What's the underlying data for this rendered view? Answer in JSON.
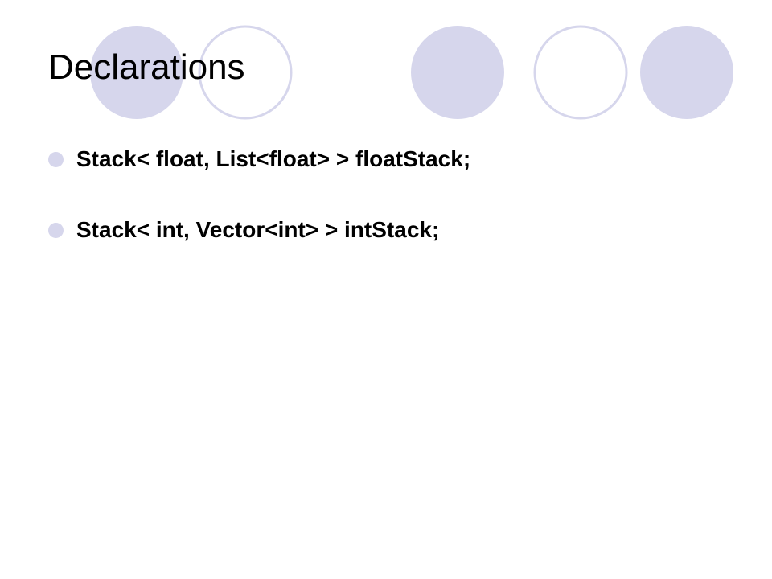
{
  "slide": {
    "title": "Declarations",
    "bullets": [
      "Stack< float, List<float> > floatStack;",
      "Stack< int, Vector<int> > intStack;"
    ]
  },
  "colors": {
    "accent_fill": "#d6d6ec",
    "accent_stroke": "#d6d6ec",
    "text": "#000000",
    "background": "#ffffff"
  }
}
